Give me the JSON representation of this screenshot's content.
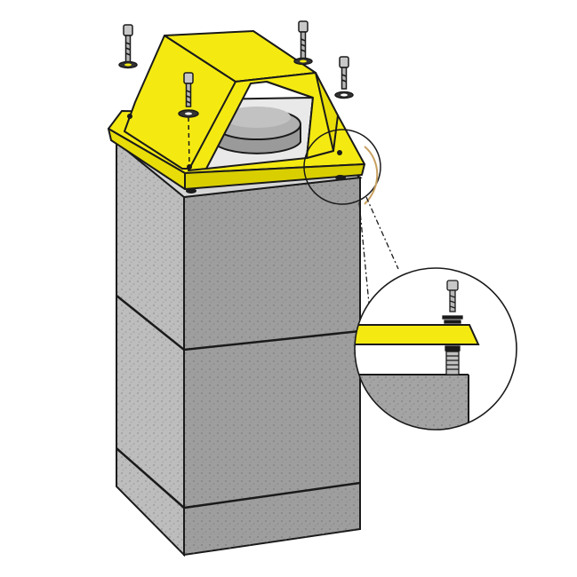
{
  "diagram": {
    "colors": {
      "housing": "#f4ea12",
      "housing_shade": "#d9cf00",
      "outline": "#1a1a1a",
      "concrete_front": "#9e9e9e",
      "concrete_side": "#bdbdbd",
      "concrete_top": "#d6d6d6",
      "disc": "#a9a9a9",
      "bolt": "#b8b8b8",
      "background": "#ffffff"
    },
    "components": [
      "yellow-housing",
      "concrete-pedestal",
      "rotating-disc",
      "mounting-bolts",
      "washers",
      "detail-magnifier"
    ],
    "bolt_count": 4
  }
}
